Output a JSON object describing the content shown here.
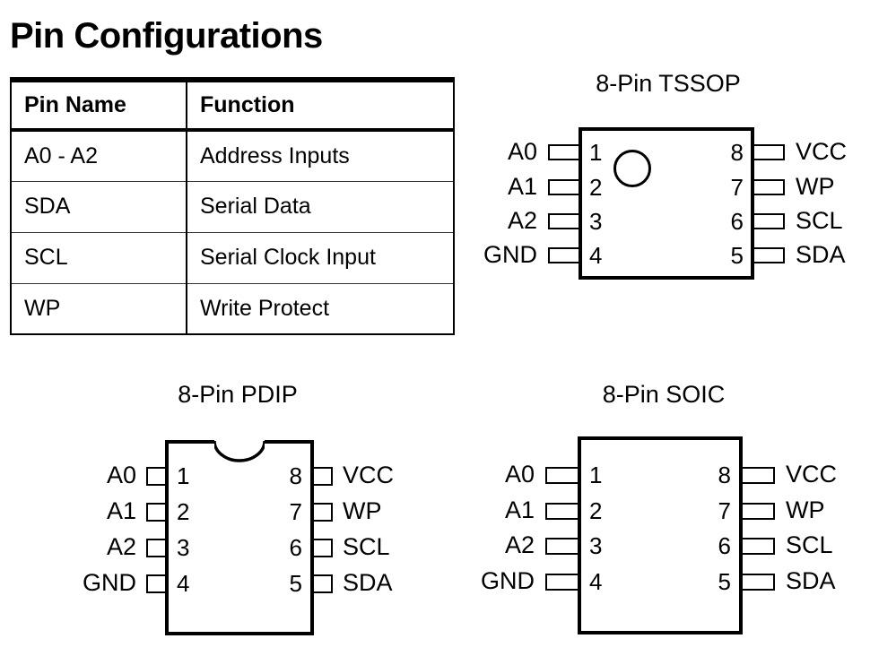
{
  "page": {
    "title": "Pin Configurations"
  },
  "pin_table": {
    "headers": [
      "Pin Name",
      "Function"
    ],
    "rows": [
      {
        "name": "A0 - A2",
        "function": "Address Inputs"
      },
      {
        "name": "SDA",
        "function": "Serial Data"
      },
      {
        "name": "SCL",
        "function": "Serial Clock Input"
      },
      {
        "name": "WP",
        "function": "Write Protect"
      }
    ]
  },
  "packages": [
    {
      "id": "tssop",
      "title": "8-Pin TSSOP",
      "pin1_marker": "circle-dot",
      "left_pins": [
        {
          "number": "1",
          "label": "A0"
        },
        {
          "number": "2",
          "label": "A1"
        },
        {
          "number": "3",
          "label": "A2"
        },
        {
          "number": "4",
          "label": "GND"
        }
      ],
      "right_pins": [
        {
          "number": "8",
          "label": "VCC"
        },
        {
          "number": "7",
          "label": "WP"
        },
        {
          "number": "6",
          "label": "SCL"
        },
        {
          "number": "5",
          "label": "SDA"
        }
      ]
    },
    {
      "id": "pdip",
      "title": "8-Pin PDIP",
      "pin1_marker": "top-notch",
      "left_pins": [
        {
          "number": "1",
          "label": "A0"
        },
        {
          "number": "2",
          "label": "A1"
        },
        {
          "number": "3",
          "label": "A2"
        },
        {
          "number": "4",
          "label": "GND"
        }
      ],
      "right_pins": [
        {
          "number": "8",
          "label": "VCC"
        },
        {
          "number": "7",
          "label": "WP"
        },
        {
          "number": "6",
          "label": "SCL"
        },
        {
          "number": "5",
          "label": "SDA"
        }
      ]
    },
    {
      "id": "soic",
      "title": "8-Pin SOIC",
      "pin1_marker": "none",
      "left_pins": [
        {
          "number": "1",
          "label": "A0"
        },
        {
          "number": "2",
          "label": "A1"
        },
        {
          "number": "3",
          "label": "A2"
        },
        {
          "number": "4",
          "label": "GND"
        }
      ],
      "right_pins": [
        {
          "number": "8",
          "label": "VCC"
        },
        {
          "number": "7",
          "label": "WP"
        },
        {
          "number": "6",
          "label": "SCL"
        },
        {
          "number": "5",
          "label": "SDA"
        }
      ]
    }
  ],
  "colors": {
    "ink": "#000000",
    "background": "#ffffff",
    "rule_light": "#333333"
  }
}
